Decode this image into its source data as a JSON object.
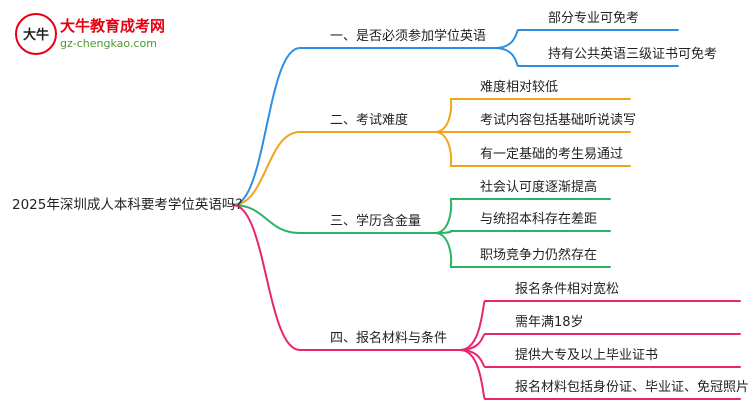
{
  "brand": {
    "name": "大牛教育成考网",
    "url": "gz-chengkao.com",
    "logo_glyph": "大牛",
    "colors": {
      "title": "#e60012",
      "url": "#4a9a2d"
    }
  },
  "root": {
    "label": "2025年深圳成人本科要考学位英语吗？"
  },
  "branches": [
    {
      "label": "一、是否必须参加学位英语",
      "color": "#2f8ee0",
      "children": [
        "部分专业可免考",
        "持有公共英语三级证书可免考"
      ]
    },
    {
      "label": "二、考试难度",
      "color": "#f0a41a",
      "children": [
        "难度相对较低",
        "考试内容包括基础听说读写",
        "有一定基础的考生易通过"
      ]
    },
    {
      "label": "三、学历含金量",
      "color": "#28b463",
      "children": [
        "社会认可度逐渐提高",
        "与统招本科存在差距",
        "职场竞争力仍然存在"
      ]
    },
    {
      "label": "四、报名材料与条件",
      "color": "#e8266f",
      "children": [
        "报名条件相对宽松",
        "需年满18岁",
        "提供大专及以上毕业证书",
        "报名材料包括身份证、毕业证、免冠照片"
      ]
    }
  ]
}
